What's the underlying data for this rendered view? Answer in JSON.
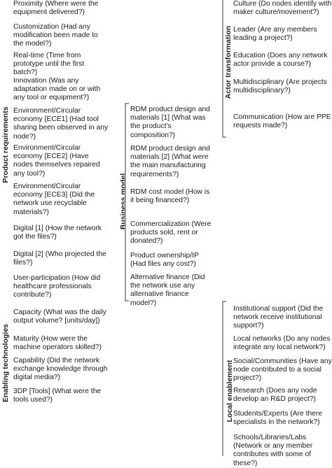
{
  "categories": {
    "product_requirements": "Product requirements",
    "enabling_technologies": "Enabling technologies",
    "business_model": "Business model",
    "actor_transformation": "Actor transformation",
    "local_enablement": "Local enablement"
  },
  "left_top": [
    "Proximity (Where were the equipment delivered?)",
    "Customization (Had any modification been made to the model?)",
    "Real-time (Time from prototype until the first batch?)",
    "Innovation (Was any adaptation made on or with any tool or equipment?)",
    "Environment/Circular economy [ECE1] (Had tool sharing been observed in any node?)",
    "Environment/Circular economy [ECE2] (Have nodes themselves repaired any tool?)",
    "Environment/Circular economy [ECE3] (Did the network use recyclable materials?)",
    "Digital [1] (How the network got the files?)",
    "Digital [2] (Who projected the files?)",
    "User-participation (How did healthcare professionals contribute?)"
  ],
  "left_bottom": [
    "Capacity (What was the daily output volume? [units/day])",
    "Maturity (How were the machine operators skilled?)",
    "Capability (Did the network exchange knowledge through digital media?)",
    "3DP [Tools] (What were the tools used?)"
  ],
  "middle": [
    "RDM product design and materials [1] (What was the product's composition?)",
    "RDM product design and materials [2] (What were the main manufacturing requirements?)",
    "RDM cost model (How is it being financed?)",
    "Commercialization (Were products sold, rent or donated?)",
    "Product ownership/IP (Had files any cost?)",
    "Alternative finance (Did the network use any alternative finance model?)"
  ],
  "right_top": [
    "Culture (Do nodes identify with maker culture/movement?)",
    "Leader (Are any members leading a project?)",
    "Education (Does any network actor provide a course?)",
    "Multidisciplinary (Are projects multidisciplinary?)",
    "Communication (How are PPE requests made?)"
  ],
  "right_bottom": [
    "Institutional support (Did the network receive institutional support?)",
    "Local networks (Do any nodes integrate any local network?)",
    "Social/Communities (Have any node contributed to a social project?)",
    "Research (Does any node develop an R&D project?)",
    "Students/Experts (Are there specialists in the network?)",
    "Schools/Libraries/Labs (Network or any member contributes with some of these?)"
  ]
}
